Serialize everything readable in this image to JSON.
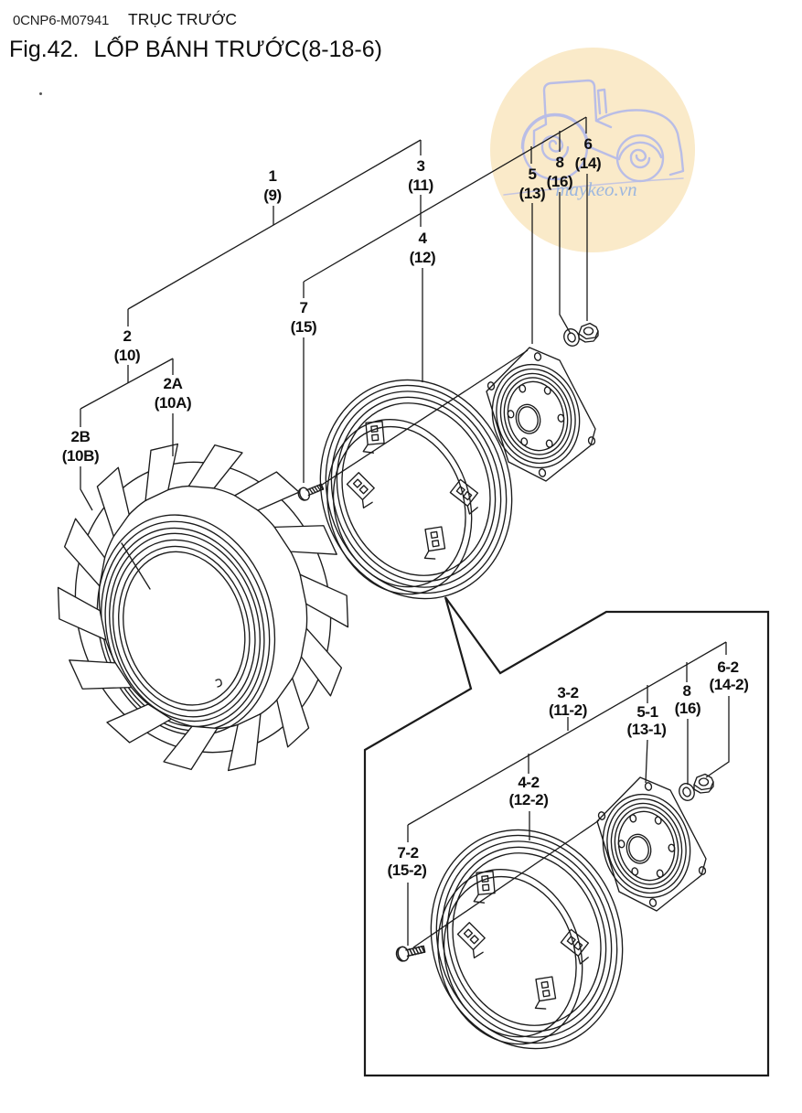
{
  "header": {
    "doc_code": "0CNP6-M07941",
    "section_title": "TRỤC TRƯỚC",
    "figure_no": "Fig.42.",
    "figure_name": "LỐP BÁNH TRƯỚC(8-18-6)"
  },
  "watermark": {
    "site": "maykeo.vn",
    "badge_color": "#faeac9",
    "tractor_color": "#b9bde6",
    "text_color": "#9db7de"
  },
  "diagram": {
    "ink_color": "#1b1b1b",
    "upper_callouts": [
      {
        "num": "1",
        "ref": "(9)"
      },
      {
        "num": "2",
        "ref": "(10)"
      },
      {
        "num": "2A",
        "ref": "(10A)"
      },
      {
        "num": "2B",
        "ref": "(10B)"
      },
      {
        "num": "3",
        "ref": "(11)"
      },
      {
        "num": "4",
        "ref": "(12)"
      },
      {
        "num": "7",
        "ref": "(15)"
      },
      {
        "num": "5",
        "ref": "(13)"
      },
      {
        "num": "8",
        "ref": "(16)"
      },
      {
        "num": "6",
        "ref": "(14)"
      }
    ],
    "lower_callouts": [
      {
        "num": "3-2",
        "ref": "(11-2)"
      },
      {
        "num": "4-2",
        "ref": "(12-2)"
      },
      {
        "num": "7-2",
        "ref": "(15-2)"
      },
      {
        "num": "5-1",
        "ref": "(13-1)"
      },
      {
        "num": "8",
        "ref": "(16)"
      },
      {
        "num": "6-2",
        "ref": "(14-2)"
      }
    ]
  }
}
